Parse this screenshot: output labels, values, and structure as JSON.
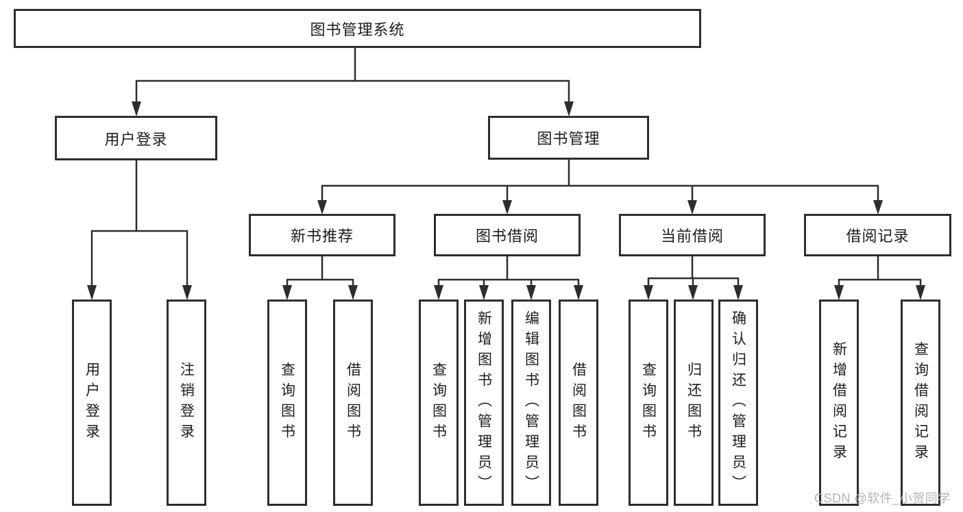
{
  "colors": {
    "background": "#ffffff",
    "line": "#2d2d2d",
    "text": "#1c1c1c",
    "watermark_text": "#b3b3b3"
  },
  "watermark": "CSDN @软件_小贺同学",
  "nodes": {
    "root": "图书管理系统",
    "user_login": "用户登录",
    "book_mgmt": "图书管理",
    "new_book_rec": "新书推荐",
    "book_borrow": "图书借阅",
    "current_borrow": "当前借阅",
    "borrow_records": "借阅记录",
    "leaf_user_login": "用户登录",
    "leaf_logout": "注销登录",
    "leaf_query_books_1": "查询图书",
    "leaf_borrow_books_1": "借阅图书",
    "leaf_query_books_2": "查询图书",
    "leaf_add_books": "新增图书（管理员）",
    "leaf_edit_books": "编辑图书（管理员）",
    "leaf_borrow_books_2": "借阅图书",
    "leaf_query_books_3": "查询图书",
    "leaf_return_books": "归还图书",
    "leaf_confirm_return": "确认归还（管理员）",
    "leaf_add_borrow_record": "新增借阅记录",
    "leaf_query_borrow_record": "查询借阅记录"
  }
}
